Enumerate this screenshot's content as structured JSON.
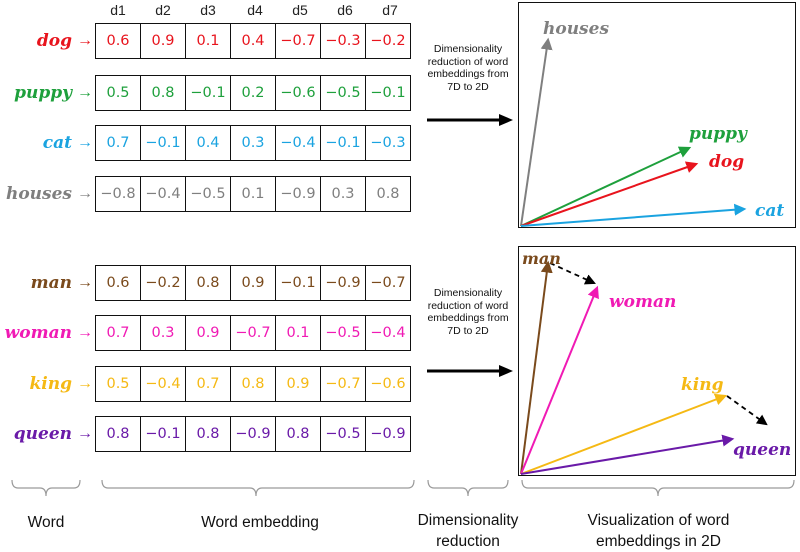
{
  "dimensions": [
    "d1",
    "d2",
    "d3",
    "d4",
    "d5",
    "d6",
    "d7"
  ],
  "colors": {
    "dog": "#e8141d",
    "puppy": "#1ea03c",
    "cat": "#1aa3e0",
    "houses": "#7f7f7f",
    "man": "#7a4a1c",
    "woman": "#f01ab4",
    "king": "#f5b914",
    "queen": "#6a1aa8"
  },
  "groups": [
    {
      "rows": [
        {
          "word": "dog",
          "values": [
            "0.6",
            "0.9",
            "0.1",
            "0.4",
            "−0.7",
            "−0.3",
            "−0.2"
          ]
        },
        {
          "word": "puppy",
          "values": [
            "0.5",
            "0.8",
            "−0.1",
            "0.2",
            "−0.6",
            "−0.5",
            "−0.1"
          ]
        },
        {
          "word": "cat",
          "values": [
            "0.7",
            "−0.1",
            "0.4",
            "0.3",
            "−0.4",
            "−0.1",
            "−0.3"
          ]
        },
        {
          "word": "houses",
          "values": [
            "−0.8",
            "−0.4",
            "−0.5",
            "0.1",
            "−0.9",
            "0.3",
            "0.8"
          ]
        }
      ],
      "reduction_note": "Dimensionality reduction of word embeddings from 7D to 2D",
      "plot_labels": {
        "houses": "houses",
        "puppy": "puppy",
        "dog": "dog",
        "cat": "cat"
      }
    },
    {
      "rows": [
        {
          "word": "man",
          "values": [
            "0.6",
            "−0.2",
            "0.8",
            "0.9",
            "−0.1",
            "−0.9",
            "−0.7"
          ]
        },
        {
          "word": "woman",
          "values": [
            "0.7",
            "0.3",
            "0.9",
            "−0.7",
            "0.1",
            "−0.5",
            "−0.4"
          ]
        },
        {
          "word": "king",
          "values": [
            "0.5",
            "−0.4",
            "0.7",
            "0.8",
            "0.9",
            "−0.7",
            "−0.6"
          ]
        },
        {
          "word": "queen",
          "values": [
            "0.8",
            "−0.1",
            "0.8",
            "−0.9",
            "0.8",
            "−0.5",
            "−0.9"
          ]
        }
      ],
      "reduction_note": "Dimensionality reduction of word embeddings from 7D to 2D",
      "plot_labels": {
        "man": "man",
        "woman": "woman",
        "king": "king",
        "queen": "queen"
      }
    }
  ],
  "bottom_labels": {
    "word": "Word",
    "embedding": "Word embedding",
    "reduction": "Dimensionality reduction",
    "visualization": "Visualization of word embeddings  in 2D"
  }
}
